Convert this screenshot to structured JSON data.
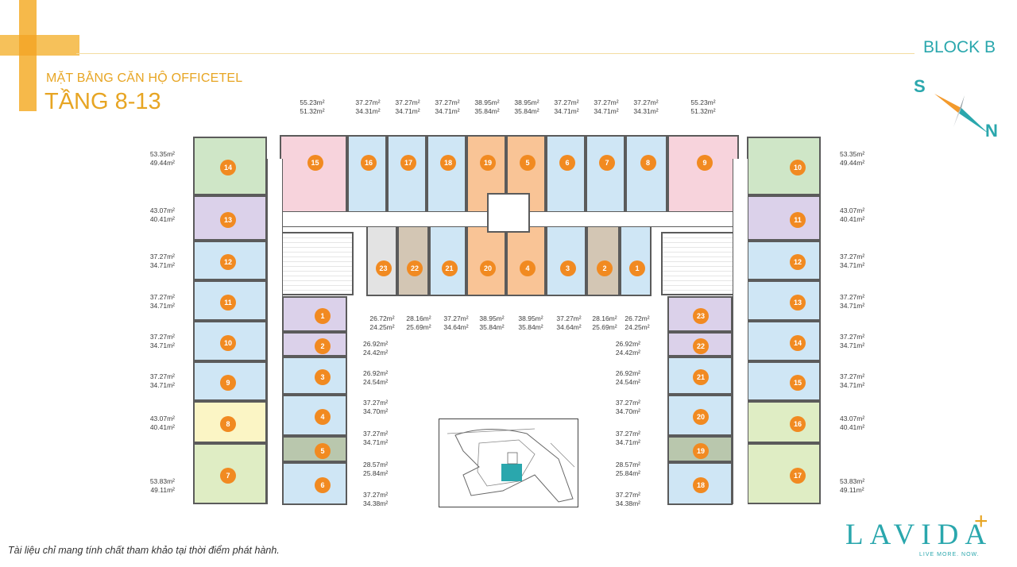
{
  "header": {
    "subtitle": "MẶT BẰNG CĂN HỘ OFFICETEL",
    "title": "TẦNG 8-13",
    "block": "BLOCK B",
    "compass_s": "S",
    "compass_n": "N"
  },
  "footer": {
    "note": "Tài liệu chỉ mang tính chất tham khảo tại thời điểm phát hành.",
    "logo": "LAVIDA",
    "logo_plus": "+",
    "tagline": "LIVE MORE. NOW."
  },
  "colors": {
    "blue": "#cfe6f5",
    "pink": "#f7d3dc",
    "orange": "#f9c496",
    "purple": "#dbd1ea",
    "green": "#cfe6c7",
    "yellow": "#fbf5c5",
    "lime": "#dfedc4",
    "taupe": "#d3c6b4",
    "gray": "#e3e3e3",
    "sage": "#b9c7ad",
    "badge": "#f18a21"
  },
  "units": {
    "top_north": [
      {
        "no": "15",
        "color": "pink"
      },
      {
        "no": "16",
        "color": "blue"
      },
      {
        "no": "17",
        "color": "blue"
      },
      {
        "no": "18",
        "color": "blue"
      },
      {
        "no": "19",
        "color": "orange"
      },
      {
        "no": "5",
        "color": "orange"
      },
      {
        "no": "6",
        "color": "blue"
      },
      {
        "no": "7",
        "color": "blue"
      },
      {
        "no": "8",
        "color": "blue"
      },
      {
        "no": "9",
        "color": "pink"
      }
    ],
    "top_south": [
      {
        "no": "23",
        "color": "gray"
      },
      {
        "no": "22",
        "color": "taupe"
      },
      {
        "no": "21",
        "color": "blue"
      },
      {
        "no": "20",
        "color": "orange"
      },
      {
        "no": "4",
        "color": "orange"
      },
      {
        "no": "3",
        "color": "blue"
      },
      {
        "no": "2",
        "color": "taupe"
      },
      {
        "no": "1",
        "color": "blue"
      }
    ],
    "left_outer": [
      {
        "no": "14",
        "color": "green"
      },
      {
        "no": "13",
        "color": "purple"
      },
      {
        "no": "12",
        "color": "blue"
      },
      {
        "no": "11",
        "color": "blue"
      },
      {
        "no": "10",
        "color": "blue"
      },
      {
        "no": "9",
        "color": "blue"
      },
      {
        "no": "8",
        "color": "yellow"
      },
      {
        "no": "7",
        "color": "lime"
      }
    ],
    "left_inner": [
      {
        "no": "1",
        "color": "purple"
      },
      {
        "no": "2",
        "color": "purple"
      },
      {
        "no": "3",
        "color": "blue"
      },
      {
        "no": "4",
        "color": "blue"
      },
      {
        "no": "5",
        "color": "sage"
      },
      {
        "no": "6",
        "color": "blue"
      }
    ],
    "right_inner": [
      {
        "no": "23",
        "color": "purple"
      },
      {
        "no": "22",
        "color": "purple"
      },
      {
        "no": "21",
        "color": "blue"
      },
      {
        "no": "20",
        "color": "blue"
      },
      {
        "no": "19",
        "color": "sage"
      },
      {
        "no": "18",
        "color": "blue"
      }
    ],
    "right_outer": [
      {
        "no": "10",
        "color": "green"
      },
      {
        "no": "11",
        "color": "purple"
      },
      {
        "no": "12",
        "color": "blue"
      },
      {
        "no": "13",
        "color": "blue"
      },
      {
        "no": "14",
        "color": "blue"
      },
      {
        "no": "15",
        "color": "blue"
      },
      {
        "no": "16",
        "color": "lime"
      },
      {
        "no": "17",
        "color": "lime"
      }
    ]
  },
  "labels": {
    "top": [
      [
        "55.23m²",
        "51.32m²"
      ],
      [
        "37.27m²",
        "34.31m²"
      ],
      [
        "37.27m²",
        "34.71m²"
      ],
      [
        "37.27m²",
        "34.71m²"
      ],
      [
        "38.95m²",
        "35.84m²"
      ],
      [
        "38.95m²",
        "35.84m²"
      ],
      [
        "37.27m²",
        "34.71m²"
      ],
      [
        "37.27m²",
        "34.71m²"
      ],
      [
        "37.27m²",
        "34.31m²"
      ],
      [
        "55.23m²",
        "51.32m²"
      ]
    ],
    "mid": [
      [
        "26.72m²",
        "24.25m²"
      ],
      [
        "28.16m²",
        "25.69m²"
      ],
      [
        "37.27m²",
        "34.64m²"
      ],
      [
        "38.95m²",
        "35.84m²"
      ],
      [
        "38.95m²",
        "35.84m²"
      ],
      [
        "37.27m²",
        "34.64m²"
      ],
      [
        "28.16m²",
        "25.69m²"
      ],
      [
        "26.72m²",
        "24.25m²"
      ]
    ],
    "left_outer": [
      [
        "53.35m²",
        "49.44m²"
      ],
      [
        "43.07m²",
        "40.41m²"
      ],
      [
        "37.27m²",
        "34.71m²"
      ],
      [
        "37.27m²",
        "34.71m²"
      ],
      [
        "37.27m²",
        "34.71m²"
      ],
      [
        "37.27m²",
        "34.71m²"
      ],
      [
        "43.07m²",
        "40.41m²"
      ],
      [
        "53.83m²",
        "49.11m²"
      ]
    ],
    "right_outer": [
      [
        "53.35m²",
        "49.44m²"
      ],
      [
        "43.07m²",
        "40.41m²"
      ],
      [
        "37.27m²",
        "34.71m²"
      ],
      [
        "37.27m²",
        "34.71m²"
      ],
      [
        "37.27m²",
        "34.71m²"
      ],
      [
        "37.27m²",
        "34.71m²"
      ],
      [
        "43.07m²",
        "40.41m²"
      ],
      [
        "53.83m²",
        "49.11m²"
      ]
    ],
    "left_inner": [
      [
        "26.92m²",
        "24.42m²"
      ],
      [
        "26.92m²",
        "24.54m²"
      ],
      [
        "37.27m²",
        "34.70m²"
      ],
      [
        "37.27m²",
        "34.71m²"
      ],
      [
        "28.57m²",
        "25.84m²"
      ],
      [
        "37.27m²",
        "34.38m²"
      ]
    ],
    "right_inner": [
      [
        "26.92m²",
        "24.42m²"
      ],
      [
        "26.92m²",
        "24.54m²"
      ],
      [
        "37.27m²",
        "34.70m²"
      ],
      [
        "37.27m²",
        "34.71m²"
      ],
      [
        "28.57m²",
        "25.84m²"
      ],
      [
        "37.27m²",
        "34.38m²"
      ]
    ]
  }
}
